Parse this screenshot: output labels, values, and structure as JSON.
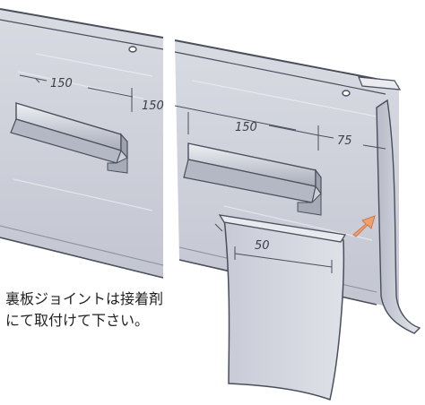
{
  "dimensions": {
    "left_panel_width": "150",
    "gap_between_panels": "150",
    "right_panel_width": "150",
    "edge_offset": "75",
    "joint_plate_width": "50"
  },
  "caption": {
    "line1": "裏板ジョイントは接着剤",
    "line2": "にて取付けて下さい。"
  },
  "colors": {
    "panel_fill": "#c9ccd6",
    "panel_shade": "#aeb2bf",
    "line": "#4a4f5c",
    "arrow": "#f0a070"
  },
  "icons": {
    "direction_arrow": "arrow-up-right-icon",
    "screw_holes": "hole-icon"
  }
}
